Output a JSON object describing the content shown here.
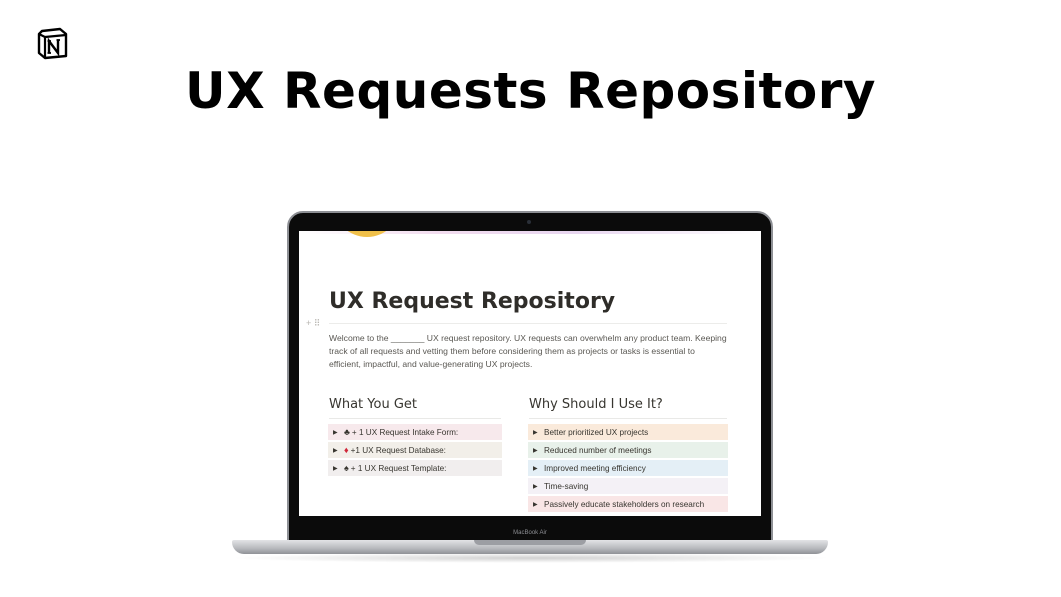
{
  "hero": {
    "title": "UX Requests Repository"
  },
  "laptop": {
    "brand": "MacBook Air"
  },
  "doc": {
    "title": "UX Request Repository",
    "intro": "Welcome to the _______ UX request repository. UX requests can overwhelm any product team. Keeping track of all requests and vetting them before considering them as projects or tasks is essential to efficient, impactful, and value-generating UX projects.",
    "left": {
      "heading": "What You Get",
      "items": [
        {
          "symbol": "♣",
          "label": "+ 1 UX Request Intake Form:",
          "bg": "#f7e9ec"
        },
        {
          "symbol": "♦",
          "label": "+1 UX Request Database:",
          "bg": "#f2efe9"
        },
        {
          "symbol": "♠",
          "label": "+ 1 UX Request Template:",
          "bg": "#f1eeee"
        }
      ]
    },
    "right": {
      "heading": "Why Should I Use It?",
      "items": [
        {
          "label": "Better prioritized UX projects",
          "bg": "#faeadb"
        },
        {
          "label": "Reduced number of meetings",
          "bg": "#e8f1ea"
        },
        {
          "label": "Improved meeting efficiency",
          "bg": "#e4eff6"
        },
        {
          "label": "Time-saving",
          "bg": "#f4f1f6"
        },
        {
          "label": "Passively educate stakeholders on research",
          "bg": "#f9e6e6"
        }
      ]
    }
  },
  "colors": {
    "diamond": "#d0283a",
    "cover_accent": "#f0c04a"
  }
}
